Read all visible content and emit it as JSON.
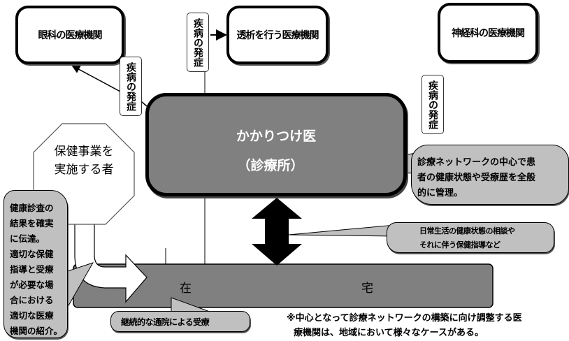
{
  "institutions": {
    "ophthalmology": "眼科の医療機関",
    "dialysis": "透析を行う医療機関",
    "neurology": "神経科の医療機関"
  },
  "onset_label": "疾病の発症",
  "family_doctor": {
    "title": "かかりつけ医",
    "subtitle": "（診療所）"
  },
  "health_provider": {
    "line1": "保健事業を",
    "line2": "実施する者"
  },
  "home": {
    "char1": "在",
    "char2": "宅"
  },
  "callouts": {
    "network_center": [
      "診療ネットワークの中心で患",
      "者の健康状態や受療歴を全般",
      "的に管理。"
    ],
    "daily_life": [
      "日常生活の健康状態の相談や",
      "それに伴う保健指導など"
    ],
    "health_check": [
      "健康診査の",
      "結果を確実",
      "に伝達。",
      "適切な保健",
      "指導と受療",
      "が必要な場",
      "合における",
      "適切な医療",
      "機関の紹介。"
    ],
    "continuous_visit": "継続的な通院による受療"
  },
  "footnote": [
    "※中心となって診療ネットワークの構築に向け調整する医",
    "療機関は、地域において様々なケースがある。"
  ],
  "colors": {
    "center_fill": "#808080",
    "callout_fill": "#c0c0c0",
    "border": "#000000"
  }
}
